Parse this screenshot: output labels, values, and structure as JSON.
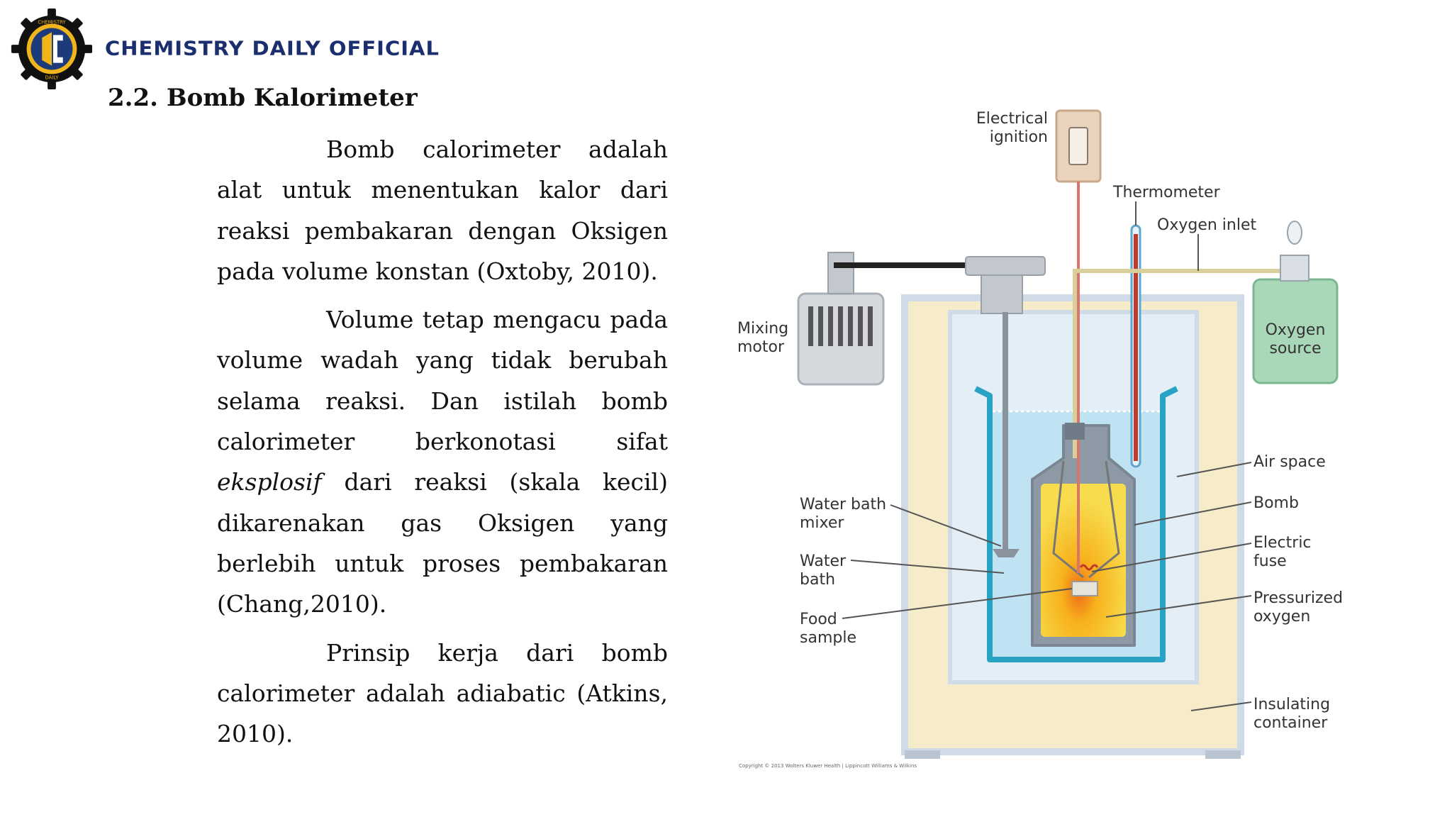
{
  "header": {
    "brand": "CHEMISTRY DAILY OFFICIAL",
    "logo_top": "CHEMISTRY",
    "logo_bottom": "DAILY"
  },
  "section": {
    "heading": "2.2. Bomb Kalorimeter",
    "paragraphs": [
      "Bomb calorimeter adalah alat untuk menentukan kalor dari reaksi pembakaran dengan Oksigen pada volume konstan (Oxtoby, 2010).",
      {
        "before": "Volume tetap mengacu pada volume wadah yang tidak berubah selama reaksi. Dan istilah bomb calorimeter berkonotasi sifat",
        "emphasis": "eksplosif",
        "after": " dari reaksi (skala kecil) dikarenakan gas Oksigen yang berlebih untuk proses pembakaran (Chang,2010)."
      },
      "Prinsip kerja dari bomb calorimeter adalah adiabatic (Atkins, 2010)."
    ]
  },
  "diagram": {
    "labels": {
      "electrical_ignition_1": "Electrical",
      "electrical_ignition_2": "ignition",
      "thermometer": "Thermometer",
      "oxygen_inlet": "Oxygen inlet",
      "mixing_motor_1": "Mixing",
      "mixing_motor_2": "motor",
      "oxygen_source_1": "Oxygen",
      "oxygen_source_2": "source",
      "air_space": "Air space",
      "bomb": "Bomb",
      "electric_fuse_1": "Electric",
      "electric_fuse_2": "fuse",
      "pressurized_oxygen_1": "Pressurized",
      "pressurized_oxygen_2": "oxygen",
      "insulating_container_1": "Insulating",
      "insulating_container_2": "container",
      "water_bath_mixer_1": "Water bath",
      "water_bath_mixer_2": "mixer",
      "water_bath_1": "Water",
      "water_bath_2": "bath",
      "food_sample_1": "Food",
      "food_sample_2": "sample"
    },
    "copyright": "Copyright © 2013 Wolters Kluwer Health | Lippincott Williams & Wilkins",
    "colors": {
      "insulation": "#f7ecc9",
      "air_space": "#e4eef6",
      "water": "#bfe3f2",
      "beaker_outline": "#29a3c4",
      "bomb_fill": "#f2c21c",
      "oxygen_tank": "#a9d8b8"
    }
  }
}
